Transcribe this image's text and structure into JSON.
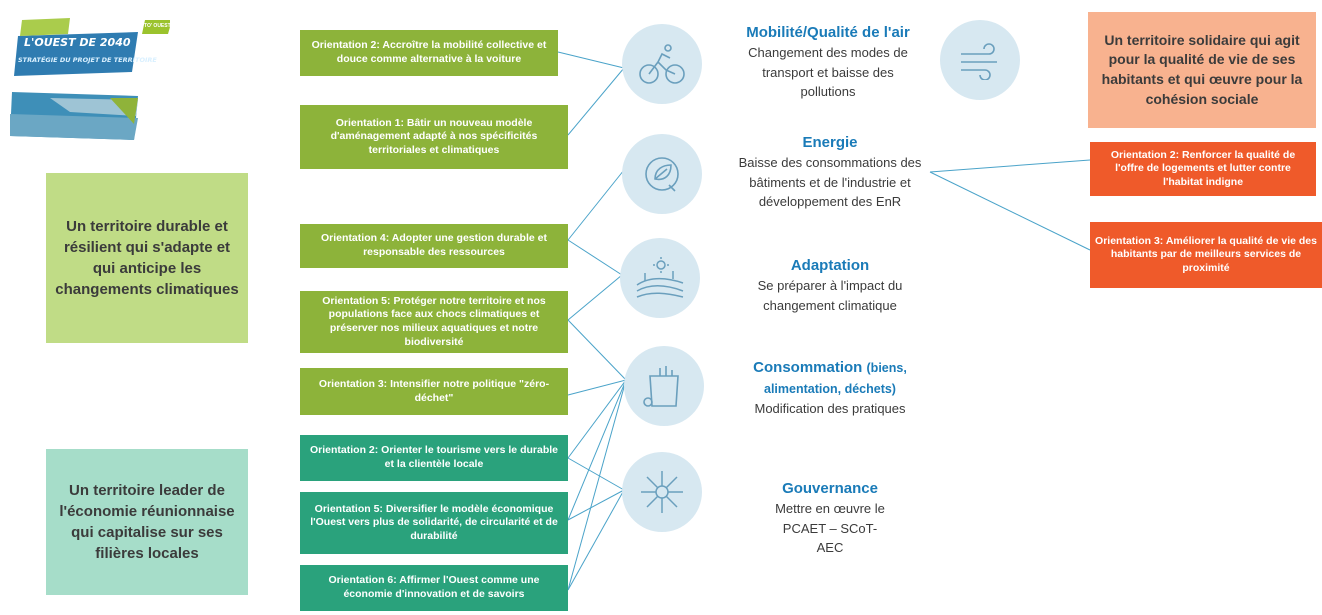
{
  "logo": {
    "title": "L'OUEST DE 2040",
    "subtitle": "STRATÉGIE DU PROJET DE TERRITOIRE",
    "badge": "TO' OUEST 2040",
    "image_icon": "coastal-landscape-photo"
  },
  "pillars": {
    "durable": "Un territoire durable et résilient qui s'adapte et qui anticipe les changements climatiques",
    "economie": "Un territoire leader de l'économie réunionnaise qui capitalise sur ses filières locales",
    "solidaire": "Un territoire solidaire qui agit pour la qualité de vie de ses habitants et qui œuvre pour la cohésion sociale"
  },
  "orientations_left": [
    "Orientation 2: Accroître la mobilité collective et douce comme alternative à la voiture",
    "Orientation 1: Bâtir un nouveau modèle d'aménagement adapté à nos spécificités territoriales et climatiques",
    "Orientation 4: Adopter une gestion durable et  responsable des ressources",
    "Orientation 5: Protéger notre territoire et nos populations face aux chocs climatiques et préserver nos milieux aquatiques et notre biodiversité",
    "Orientation 3: Intensifier notre politique \"zéro-déchet\"",
    "Orientation 2: Orienter le tourisme vers le durable et la clientèle locale",
    "Orientation 5: Diversifier le modèle économique l'Ouest vers plus de solidarité, de circularité et de durabilité",
    "Orientation 6: Affirmer l'Ouest comme une économie d'innovation et de savoirs"
  ],
  "orientations_right": [
    "Orientation 2: Renforcer la qualité de l'offre de logements et lutter contre l'habitat indigne",
    "Orientation 3: Améliorer la qualité de vie des habitants par de meilleurs services de proximité"
  ],
  "themes": [
    {
      "title": "Mobilité/Qualité de l'air",
      "desc": "Changement des modes de transport et baisse des pollutions",
      "icon": "bicycle-icon",
      "extra_icon": "wind-icon"
    },
    {
      "title": "Energie",
      "desc": "Baisse des consommations des bâtiments et de l'industrie et développement des EnR",
      "icon": "leaf-plug-icon"
    },
    {
      "title": "Adaptation",
      "desc": "Se préparer à l'impact du changement climatique",
      "icon": "landscape-sun-icon"
    },
    {
      "title": "Consommation",
      "title_suffix": "(biens, alimentation, déchets)",
      "desc": "Modification des pratiques",
      "icon": "shopping-bag-icon"
    },
    {
      "title": "Gouvernance",
      "desc": "Mettre en œuvre le PCAET – SCoT-AEC",
      "icon": "hands-together-icon"
    }
  ],
  "colors": {
    "green": "#8db33a",
    "teal": "#2aa27c",
    "orange": "#ef5a2a",
    "pillar_green": "#c0dc86",
    "pillar_teal": "#a6ddc9",
    "pillar_orange": "#f8b28f",
    "theme_blue": "#1a7bb8",
    "circle": "#d7e8f1"
  }
}
